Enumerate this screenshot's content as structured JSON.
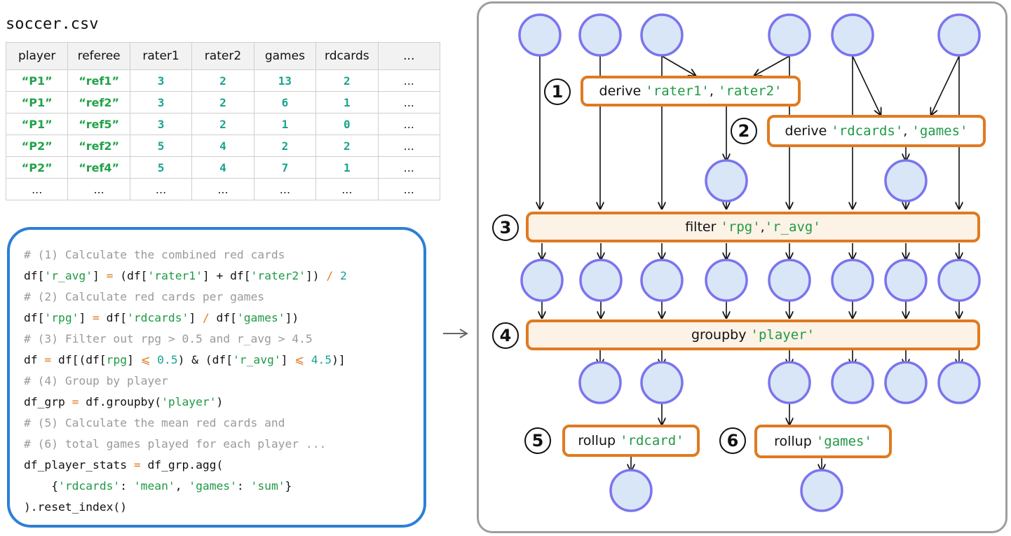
{
  "table": {
    "file_name": "soccer.csv",
    "columns": [
      "player",
      "referee",
      "rater1",
      "rater2",
      "games",
      "rdcards",
      "..."
    ],
    "rows": [
      [
        "“P1”",
        "“ref1”",
        "3",
        "2",
        "13",
        "2",
        "..."
      ],
      [
        "“P1”",
        "“ref2”",
        "3",
        "2",
        "6",
        "1",
        "..."
      ],
      [
        "“P1”",
        "“ref5”",
        "3",
        "2",
        "1",
        "0",
        "..."
      ],
      [
        "“P2”",
        "“ref2”",
        "5",
        "4",
        "2",
        "2",
        "..."
      ],
      [
        "“P2”",
        "“ref4”",
        "5",
        "4",
        "7",
        "1",
        "..."
      ],
      [
        "...",
        "...",
        "...",
        "...",
        "...",
        "...",
        "..."
      ]
    ]
  },
  "code": [
    [
      [
        "c",
        "# (1) Calculate the combined red cards"
      ]
    ],
    [
      [
        "t",
        "df["
      ],
      [
        "s",
        "'r_avg'"
      ],
      [
        "t",
        "] "
      ],
      [
        "o",
        "="
      ],
      [
        "t",
        " (df["
      ],
      [
        "s",
        "'rater1'"
      ],
      [
        "t",
        "] + df["
      ],
      [
        "s",
        "'rater2'"
      ],
      [
        "t",
        "]) "
      ],
      [
        "o",
        "/"
      ],
      [
        "t",
        " "
      ],
      [
        "n",
        "2"
      ]
    ],
    [
      [
        "c",
        "# (2) Calculate red cards per games"
      ]
    ],
    [
      [
        "t",
        "df["
      ],
      [
        "s",
        "'rpg'"
      ],
      [
        "t",
        "] "
      ],
      [
        "o",
        "="
      ],
      [
        "t",
        " df["
      ],
      [
        "s",
        "'rdcards'"
      ],
      [
        "t",
        "] "
      ],
      [
        "o",
        "/"
      ],
      [
        "t",
        " df["
      ],
      [
        "s",
        "'games'"
      ],
      [
        "t",
        "])"
      ]
    ],
    [
      [
        "c",
        "# (3) Filter out rpg > 0.5 and r_avg > 4.5"
      ]
    ],
    [
      [
        "t",
        "df "
      ],
      [
        "o",
        "="
      ],
      [
        "t",
        " df[(df["
      ],
      [
        "s",
        "rpg"
      ],
      [
        "t",
        "] "
      ],
      [
        "o",
        "⩽"
      ],
      [
        "t",
        " "
      ],
      [
        "n",
        "0.5"
      ],
      [
        "t",
        ") & (df["
      ],
      [
        "s",
        "'r_avg'"
      ],
      [
        "t",
        "] "
      ],
      [
        "o",
        "⩽"
      ],
      [
        "t",
        " "
      ],
      [
        "n",
        "4.5"
      ],
      [
        "t",
        ")]"
      ]
    ],
    [
      [
        "c",
        "# (4) Group by player"
      ]
    ],
    [
      [
        "t",
        "df_grp "
      ],
      [
        "o",
        "="
      ],
      [
        "t",
        " df.groupby("
      ],
      [
        "s",
        "'player'"
      ],
      [
        "t",
        ")"
      ]
    ],
    [
      [
        "c",
        "# (5) Calculate the mean red cards and"
      ]
    ],
    [
      [
        "c",
        "# (6) total games played for each player ..."
      ]
    ],
    [
      [
        "t",
        "df_player_stats "
      ],
      [
        "o",
        "="
      ],
      [
        "t",
        " df_grp.agg("
      ]
    ],
    [
      [
        "t",
        "    {"
      ],
      [
        "s",
        "'rdcards'"
      ],
      [
        "t",
        ": "
      ],
      [
        "s",
        "'mean'"
      ],
      [
        "t",
        ", "
      ],
      [
        "s",
        "'games'"
      ],
      [
        "t",
        ": "
      ],
      [
        "s",
        "'sum'"
      ],
      [
        "t",
        "}"
      ]
    ],
    [
      [
        "t",
        ").reset_index()"
      ]
    ]
  ],
  "operations": [
    {
      "step": "1",
      "verb": "derive ",
      "args": [
        [
          "q",
          "'rater1'"
        ],
        [
          "t",
          ", "
        ],
        [
          "q",
          "'rater2'"
        ]
      ]
    },
    {
      "step": "2",
      "verb": "derive ",
      "args": [
        [
          "q",
          "'rdcards'"
        ],
        [
          "t",
          ", "
        ],
        [
          "q",
          "'games'"
        ]
      ]
    },
    {
      "step": "3",
      "verb": "filter ",
      "args": [
        [
          "q",
          "'rpg'"
        ],
        [
          "t",
          ","
        ],
        [
          "q",
          "'r_avg'"
        ]
      ]
    },
    {
      "step": "4",
      "verb": "groupby ",
      "args": [
        [
          "q",
          "'player'"
        ]
      ]
    },
    {
      "step": "5",
      "verb": "rollup ",
      "args": [
        [
          "q",
          "'rdcard'"
        ]
      ]
    },
    {
      "step": "6",
      "verb": "rollup ",
      "args": [
        [
          "q",
          "'games'"
        ]
      ]
    }
  ],
  "colors": {
    "node_fill": "#d8e6f7",
    "node_stroke": "#7b74ee",
    "op_border": "#e07a20",
    "code_border": "#2c7fd6",
    "string_green": "#1f9a45",
    "number_teal": "#1aa38e",
    "comment_gray": "#9a9a9a"
  }
}
